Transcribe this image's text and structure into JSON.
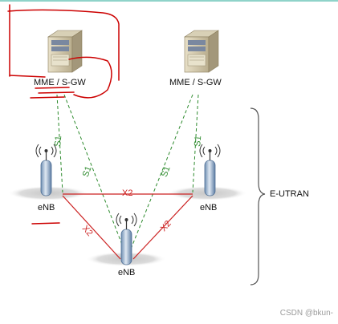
{
  "nodes": {
    "mme_left": "MME / S-GW",
    "mme_right": "MME / S-GW",
    "enb_left": "eNB",
    "enb_right": "eNB",
    "enb_bottom": "eNB"
  },
  "links": {
    "s1_a": "S1",
    "s1_b": "S1",
    "s1_c": "S1",
    "s1_d": "S1",
    "x2_top": "X2",
    "x2_left": "X2",
    "x2_right": "X2"
  },
  "group_label": "E-UTRAN",
  "watermark": "CSDN @bkun-",
  "colors": {
    "s1_link": "#2e8b2e",
    "x2_link": "#cc2222",
    "annotation": "#cc0000",
    "text": "#111111"
  }
}
